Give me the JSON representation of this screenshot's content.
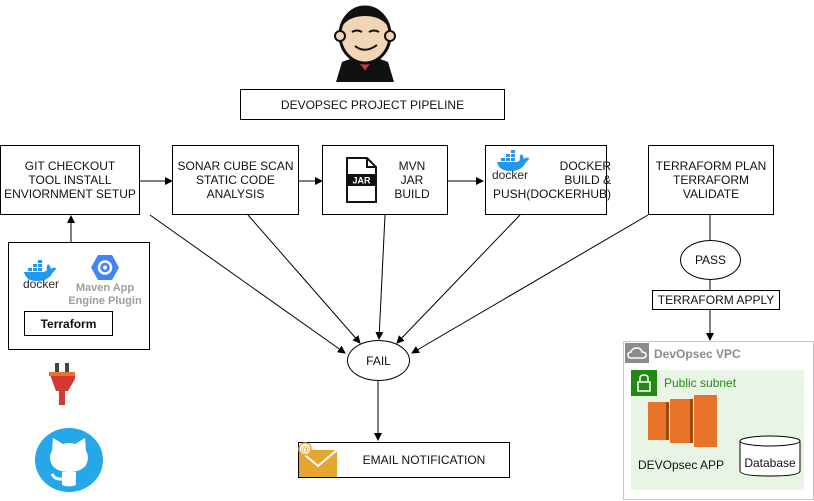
{
  "title": "DEVOPSEC PROJECT PIPELINE",
  "stages": {
    "git": "GIT CHECKOUT\nTOOL INSTALL\nENVIORNMENT SETUP",
    "sonar": "SONAR CUBE SCAN\nSTATIC CODE\nANALYSIS",
    "mvn": "MVN\nJAR\nBUILD",
    "docker": "DOCKER\nBUILD &\nPUSH(DOCKERHUB)",
    "terraform_plan": "TERRAFORM PLAN\nTERRAFORM\nVALIDATE"
  },
  "tools": {
    "docker_word": "docker",
    "maven_plugin": "Maven App\nEngine Plugin",
    "terraform": "Terraform"
  },
  "jar_label": "JAR",
  "fail": "FAIL",
  "pass": "PASS",
  "terraform_apply": "TERRAFORM APPLY",
  "email": "EMAIL NOTIFICATION",
  "vpc": {
    "label": "DevOpsec VPC",
    "subnet": "Public subnet",
    "app": "DEVOpsec APP",
    "database": "Database"
  },
  "colors": {
    "github": "#25a7e8",
    "jenkins_red": "#d33833",
    "docker": "#2396ed",
    "aws_orange": "#e8742a",
    "subnet_green": "#248814",
    "subnet_fill": "#e9f5e4",
    "envelope": "#e6a531"
  },
  "icons": [
    "jenkins-icon",
    "docker-icon",
    "gcp-icon",
    "plug-icon",
    "github-icon",
    "jar-icon",
    "email-icon",
    "cloud-icon",
    "lock-icon",
    "ec2-icon",
    "database-icon"
  ]
}
